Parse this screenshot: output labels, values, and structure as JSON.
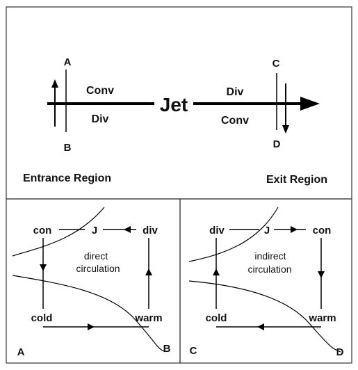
{
  "top_panel": {
    "jet_label": "Jet",
    "entrance": {
      "label": "Entrance Region",
      "line_top": "A",
      "line_bottom": "B",
      "above": "Conv",
      "below": "Div"
    },
    "exit": {
      "label": "Exit Region",
      "line_top": "C",
      "line_bottom": "D",
      "above": "Div",
      "below": "Conv"
    }
  },
  "panel_a": {
    "corner_left": "A",
    "corner_right": "B",
    "top_left": "con",
    "top_middle": "J",
    "top_right": "div",
    "bottom_left": "cold",
    "bottom_right": "warm",
    "center_line1": "direct",
    "center_line2": "circulation"
  },
  "panel_c": {
    "corner_left": "C",
    "corner_right": "D",
    "top_left": "div",
    "top_middle": "J",
    "top_right": "con",
    "bottom_left": "cold",
    "bottom_right": "warm",
    "center_line1": "indirect",
    "center_line2": "circulation"
  }
}
